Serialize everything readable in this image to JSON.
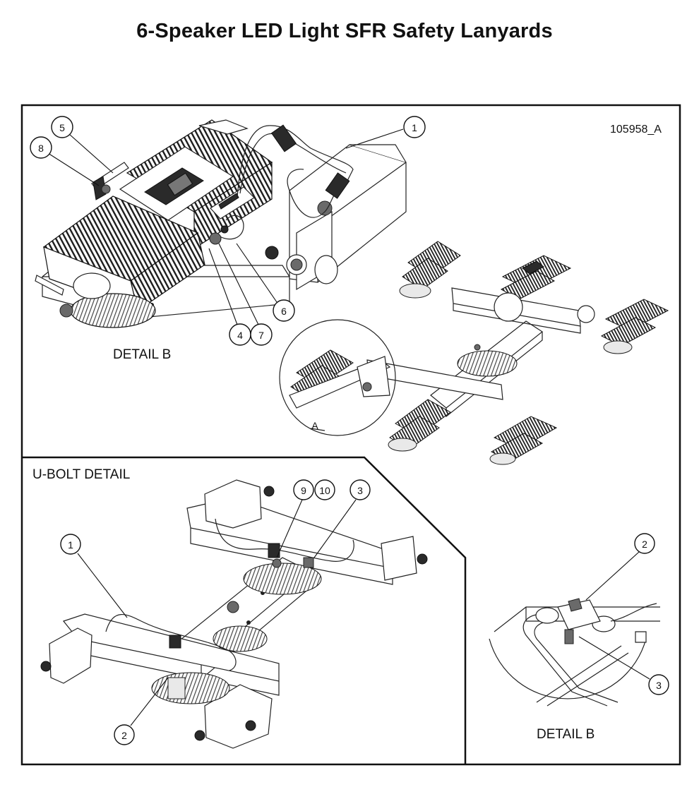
{
  "title": "6-Speaker LED Light SFR Safety Lanyards",
  "doc_number": "105958_A",
  "detail_b_top_label": "DETAIL B",
  "ubolt_label": "U-BOLT DETAIL",
  "detail_b_bottom_label": "DETAIL B",
  "detail_view_marker": "A",
  "callouts": {
    "detail_b": [
      "1",
      "5",
      "8",
      "6",
      "4",
      "7"
    ],
    "ubolt": [
      "9",
      "10",
      "3",
      "1",
      "2"
    ],
    "detail_b_small": [
      "2",
      "3"
    ]
  }
}
